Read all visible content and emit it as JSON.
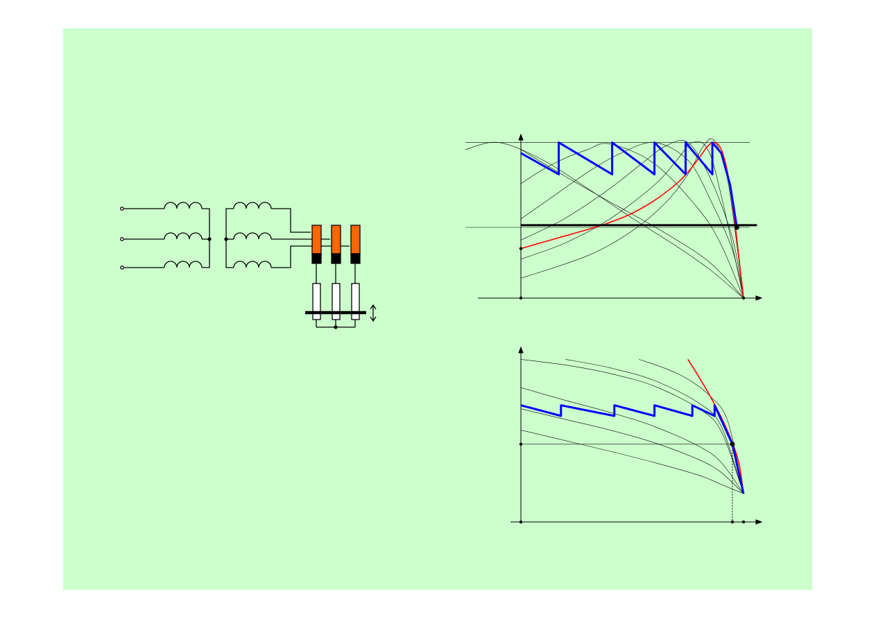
{
  "colors": {
    "slide_background": "#ccffcc",
    "line": "#000000",
    "curve_envelope": "#0000ff",
    "curve_natural": "#ff0000",
    "resistor_slider": "#ff6600"
  },
  "icons": {
    "stator_winding": "inductor-coil-icon",
    "rotor_winding": "inductor-coil-icon",
    "slip_ring": "slip-ring-icon",
    "resistor": "resistor-icon",
    "adjust": "double-arrow-icon"
  },
  "circuit": {
    "phase_count": 3,
    "stator_coil_turns": 3,
    "rotor_coil_turns": 3,
    "starting_resistor_count": 3
  },
  "chart_data": [
    {
      "type": "line",
      "title": "",
      "xlabel": "",
      "ylabel": "",
      "grid": false,
      "xlim": [
        0,
        1.07
      ],
      "ylim": [
        0,
        2.5
      ],
      "reference_lines": [
        {
          "orientation": "horizontal",
          "y": 2.2
        },
        {
          "orientation": "horizontal",
          "y": 1.0
        }
      ],
      "series": [
        {
          "role": "starting-step-curve",
          "x": [
            -0.25,
            -0.1,
            0.1,
            0.3,
            0.5,
            0.7,
            0.85,
            1.0
          ],
          "y": [
            2.1,
            2.2,
            1.95,
            1.55,
            1.13,
            0.73,
            0.4,
            0.0
          ]
        },
        {
          "role": "starting-step-curve",
          "x": [
            0,
            0.2,
            0.4,
            0.6,
            0.8,
            0.9,
            1.0
          ],
          "y": [
            2.1,
            1.72,
            1.36,
            1.01,
            0.62,
            0.35,
            0.0
          ]
        },
        {
          "role": "starting-step-curve",
          "x": [
            0,
            0.1,
            0.2,
            0.3,
            0.4,
            0.6,
            0.8,
            0.9,
            1.0
          ],
          "y": [
            1.62,
            1.82,
            1.98,
            2.1,
            2.18,
            1.9,
            1.25,
            0.75,
            0.0
          ]
        },
        {
          "role": "starting-step-curve",
          "x": [
            0,
            0.15,
            0.3,
            0.45,
            0.6,
            0.75,
            0.85,
            0.95,
            1.0
          ],
          "y": [
            1.12,
            1.45,
            1.78,
            2.05,
            2.2,
            1.95,
            1.4,
            0.68,
            0.0
          ]
        },
        {
          "role": "starting-step-curve",
          "x": [
            0,
            0.2,
            0.4,
            0.55,
            0.65,
            0.75,
            0.85,
            0.95,
            1.0
          ],
          "y": [
            0.82,
            1.13,
            1.55,
            1.92,
            2.15,
            2.2,
            1.7,
            0.85,
            0.0
          ]
        },
        {
          "role": "starting-step-curve",
          "x": [
            0,
            0.2,
            0.4,
            0.6,
            0.7,
            0.77,
            0.84,
            0.9,
            1.0
          ],
          "y": [
            0.55,
            0.78,
            1.12,
            1.6,
            1.95,
            2.2,
            2.1,
            1.45,
            0.0
          ]
        },
        {
          "role": "starting-step-curve",
          "x": [
            0,
            0.3,
            0.5,
            0.65,
            0.75,
            0.82,
            0.87,
            0.93,
            1.0
          ],
          "y": [
            0.28,
            0.6,
            0.95,
            1.35,
            1.75,
            2.15,
            2.22,
            1.65,
            0.0
          ]
        },
        {
          "role": "natural-characteristic",
          "x": [
            0,
            0.1,
            0.2,
            0.3,
            0.4,
            0.5,
            0.6,
            0.7,
            0.75,
            0.8,
            0.84,
            0.87,
            0.9,
            0.93,
            0.96,
            0.98,
            1.0
          ],
          "y": [
            0.7,
            0.79,
            0.88,
            0.97,
            1.07,
            1.2,
            1.38,
            1.62,
            1.78,
            1.98,
            2.15,
            2.2,
            2.1,
            1.75,
            1.1,
            0.55,
            0.0
          ]
        },
        {
          "role": "starting-envelope",
          "x": [
            0,
            0.17,
            0.17,
            0.41,
            0.41,
            0.6,
            0.6,
            0.74,
            0.74,
            0.86,
            0.86,
            0.9,
            0.94,
            0.97
          ],
          "y": [
            2.05,
            1.75,
            2.2,
            1.75,
            2.2,
            1.75,
            2.2,
            1.75,
            2.2,
            1.75,
            2.2,
            2.05,
            1.6,
            1.0
          ]
        },
        {
          "role": "load-line",
          "x": [
            0,
            1.06
          ],
          "y": [
            1.03,
            1.03
          ]
        }
      ],
      "markers": [
        {
          "x": 0,
          "y": 0.7
        },
        {
          "x": 0.97,
          "y": 1.0
        },
        {
          "x": 0,
          "y": 0
        },
        {
          "x": 1.0,
          "y": 0
        }
      ]
    },
    {
      "type": "line",
      "title": "",
      "xlabel": "",
      "ylabel": "",
      "grid": false,
      "xlim": [
        0,
        1.07
      ],
      "ylim": [
        0,
        2.5
      ],
      "reference_lines": [
        {
          "orientation": "horizontal",
          "y": 1.1
        },
        {
          "orientation": "vertical",
          "x": 0.95
        }
      ],
      "series": [
        {
          "role": "starting-step-curve",
          "x": [
            0,
            0.2,
            0.4,
            0.6,
            0.8,
            0.9,
            1.0
          ],
          "y": [
            2.3,
            2.22,
            2.1,
            1.92,
            1.6,
            1.28,
            0.4
          ]
        },
        {
          "role": "starting-step-curve",
          "x": [
            0.2,
            0.4,
            0.6,
            0.8,
            0.9,
            1.0
          ],
          "y": [
            2.3,
            2.18,
            2.0,
            1.68,
            1.35,
            0.4
          ]
        },
        {
          "role": "starting-step-curve",
          "x": [
            0.53,
            0.65,
            0.75,
            0.85,
            0.93,
            1.0
          ],
          "y": [
            2.3,
            2.17,
            2.02,
            1.78,
            1.42,
            0.4
          ]
        },
        {
          "role": "starting-step-curve",
          "x": [
            0,
            0.2,
            0.4,
            0.6,
            0.8,
            0.9,
            1.0
          ],
          "y": [
            1.9,
            1.72,
            1.55,
            1.35,
            1.07,
            0.84,
            0.4
          ]
        },
        {
          "role": "starting-step-curve",
          "x": [
            0,
            0.2,
            0.4,
            0.6,
            0.8,
            0.9,
            1.0
          ],
          "y": [
            1.6,
            1.45,
            1.3,
            1.12,
            0.88,
            0.7,
            0.4
          ]
        },
        {
          "role": "starting-step-curve",
          "x": [
            0,
            0.2,
            0.4,
            0.6,
            0.8,
            0.9,
            1.0
          ],
          "y": [
            1.3,
            1.15,
            1.0,
            0.84,
            0.66,
            0.53,
            0.4
          ]
        },
        {
          "role": "natural-characteristic",
          "x": [
            0.75,
            0.8,
            0.85,
            0.9,
            0.95,
            0.98,
            1.0
          ],
          "y": [
            2.3,
            2.05,
            1.78,
            1.48,
            1.12,
            0.82,
            0.4
          ]
        },
        {
          "role": "starting-envelope",
          "x": [
            0,
            0.18,
            0.18,
            0.42,
            0.42,
            0.6,
            0.6,
            0.77,
            0.77,
            0.87,
            0.87,
            0.95,
            1.0
          ],
          "y": [
            1.65,
            1.5,
            1.65,
            1.5,
            1.65,
            1.5,
            1.65,
            1.5,
            1.65,
            1.5,
            1.65,
            1.1,
            0.4
          ]
        }
      ],
      "markers": [
        {
          "x": 0,
          "y": 1.1
        },
        {
          "x": 0.95,
          "y": 1.1
        },
        {
          "x": 0,
          "y": 0
        },
        {
          "x": 0.95,
          "y": 0
        },
        {
          "x": 1.0,
          "y": 0
        }
      ]
    }
  ]
}
